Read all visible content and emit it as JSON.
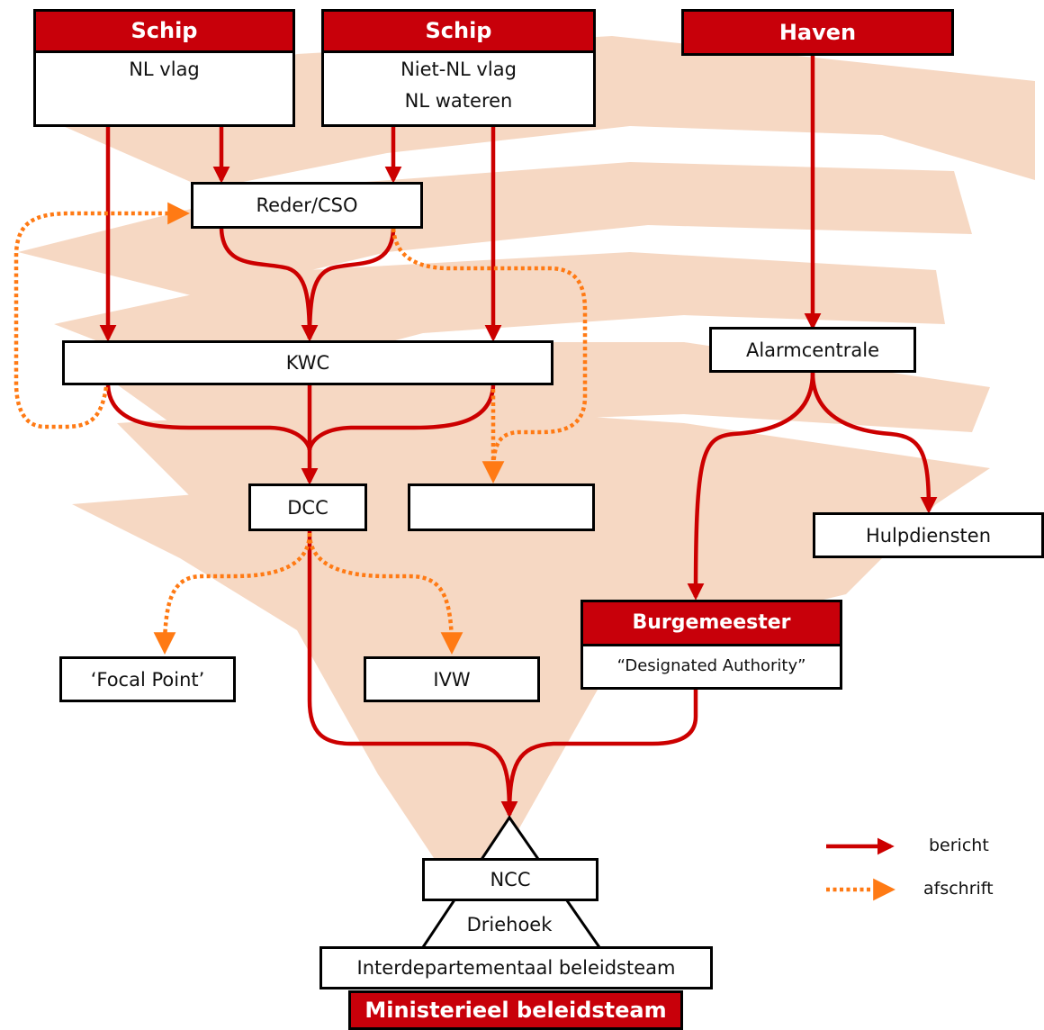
{
  "colors": {
    "bericht": "#cc0000",
    "afschrift": "#ff7a14",
    "header": "#c8000a",
    "background_shape": "#f6d8c3"
  },
  "nodes": {
    "schip_nl": {
      "header": "Schip",
      "line1": "NL vlag"
    },
    "schip_niet_nl": {
      "header": "Schip",
      "line1": "Niet-NL vlag",
      "line2": "NL wateren"
    },
    "haven": {
      "header": "Haven"
    },
    "reder": {
      "label": "Reder/CSO"
    },
    "kwc": {
      "label": "KWC"
    },
    "alarmcentrale": {
      "label": "Alarmcentrale"
    },
    "dcc": {
      "label": "DCC"
    },
    "empty_box": {
      "label": ""
    },
    "hulpdiensten": {
      "label": "Hulpdiensten"
    },
    "burgemeester": {
      "header": "Burgemeester",
      "line1": "“Designated Authority”"
    },
    "focal_point": {
      "label": "‘Focal Point’"
    },
    "ivw": {
      "label": "IVW"
    },
    "ncc": {
      "label": "NCC"
    },
    "driehoek": {
      "label": "Driehoek"
    },
    "interdepartementaal": {
      "label": "Interdepartementaal beleidsteam"
    },
    "ministerieel": {
      "label": "Ministerieel beleidsteam"
    }
  },
  "legend": {
    "bericht": {
      "label": "bericht",
      "style": "solid",
      "color": "#cc0000"
    },
    "afschrift": {
      "label": "afschrift",
      "style": "dotted",
      "color": "#ff7a14"
    }
  },
  "edges": [
    {
      "id": "schip-nl-kwc",
      "from": "schip_nl",
      "to": "kwc",
      "type": "bericht"
    },
    {
      "id": "schip-nl-reder",
      "from": "schip_nl",
      "to": "reder",
      "type": "bericht"
    },
    {
      "id": "schip-niet-nl-reder",
      "from": "schip_niet_nl",
      "to": "reder",
      "type": "bericht"
    },
    {
      "id": "schip-niet-nl-kwc",
      "from": "schip_niet_nl",
      "to": "kwc",
      "type": "bericht"
    },
    {
      "id": "haven-alarmcentrale",
      "from": "haven",
      "to": "alarmcentrale",
      "type": "bericht"
    },
    {
      "id": "reder-kwc",
      "from": "reder",
      "to": "kwc",
      "type": "bericht"
    },
    {
      "id": "kwc-dcc",
      "from": "kwc",
      "to": "dcc",
      "type": "bericht"
    },
    {
      "id": "kwc-reder-copy",
      "from": "kwc",
      "to": "reder",
      "type": "afschrift"
    },
    {
      "id": "reder-empty-copy",
      "from": "reder",
      "to": "empty_box",
      "type": "afschrift"
    },
    {
      "id": "kwc-empty-copy",
      "from": "kwc",
      "to": "empty_box",
      "type": "afschrift"
    },
    {
      "id": "alarmcentrale-hulpdiensten",
      "from": "alarmcentrale",
      "to": "hulpdiensten",
      "type": "bericht"
    },
    {
      "id": "alarmcentrale-burgemeester",
      "from": "alarmcentrale",
      "to": "burgemeester",
      "type": "bericht"
    },
    {
      "id": "dcc-focal-copy",
      "from": "dcc",
      "to": "focal_point",
      "type": "afschrift"
    },
    {
      "id": "dcc-ivw-copy",
      "from": "dcc",
      "to": "ivw",
      "type": "afschrift"
    },
    {
      "id": "dcc-ncc",
      "from": "dcc",
      "to": "ncc",
      "type": "bericht"
    },
    {
      "id": "burgemeester-ncc",
      "from": "burgemeester",
      "to": "ncc",
      "type": "bericht"
    }
  ]
}
